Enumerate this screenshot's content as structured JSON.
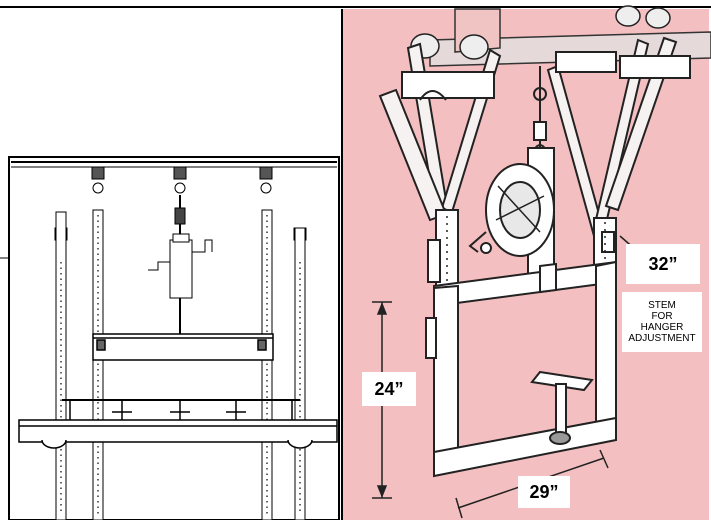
{
  "left_figure": {
    "description_icon": "hanger-frame-line-drawing"
  },
  "right_figure": {
    "description_icon": "trolley-hanger-illustration",
    "background_color": "#f4bfc0",
    "labels": {
      "height_32": "32”",
      "stem_line1": "STEM",
      "stem_line2": "FOR",
      "stem_line3": "HANGER",
      "stem_line4": "ADJUSTMENT",
      "height_24": "24”",
      "width_29": "29”"
    }
  }
}
